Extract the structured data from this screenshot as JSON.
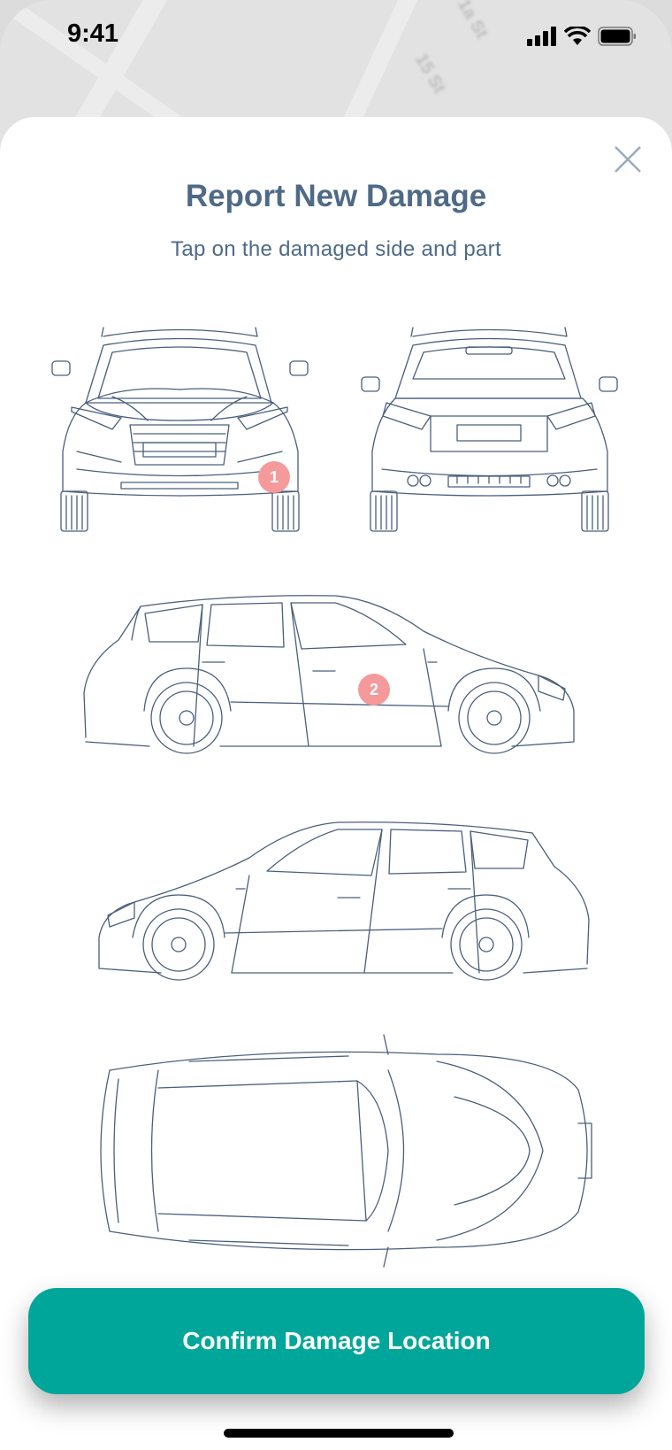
{
  "status_bar": {
    "time": "9:41",
    "icons": [
      "signal-icon",
      "wifi-icon",
      "battery-icon"
    ]
  },
  "background_map": {
    "labels": [
      "1a St",
      "15 St"
    ]
  },
  "sheet": {
    "title": "Report New Damage",
    "subtitle": "Tap on the damaged side and part",
    "close_icon": "close-icon"
  },
  "views": [
    "front",
    "rear",
    "right-side",
    "left-side",
    "top"
  ],
  "damage_markers": [
    {
      "label": "1",
      "view": "front"
    },
    {
      "label": "2",
      "view": "right-side"
    }
  ],
  "confirm_button": {
    "label": "Confirm Damage Location",
    "color": "#00a699"
  },
  "colors": {
    "title": "#4e6a87",
    "marker": "#f59a9a",
    "line": "#4a5f7c"
  }
}
